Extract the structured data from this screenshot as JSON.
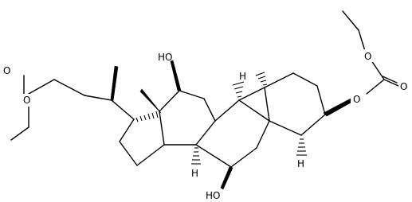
{
  "structure": {
    "atom_labels": {
      "oh_c12": "HO",
      "oh_c7": "HO",
      "h_c9": "H",
      "h_c8": "H",
      "h_c5": "H",
      "o_ester_carbonyl": "O",
      "o_ester_ether": "O",
      "o_carbonate_ether": "O",
      "o_carbonate_carbonyl": "O",
      "o_carbonate_ring": "O"
    }
  }
}
